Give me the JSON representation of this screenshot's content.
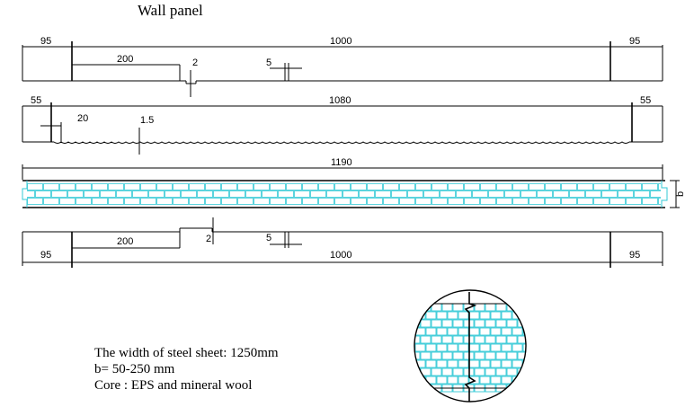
{
  "title": "Wall panel",
  "dimensions": {
    "top": {
      "left": "95",
      "center": "1000",
      "right": "95",
      "rib": "200",
      "rib_depth": "2",
      "small": "5"
    },
    "sheet": {
      "left": "55",
      "center": "1080",
      "right": "55",
      "offset": "20",
      "wave": "1.5"
    },
    "panel": {
      "width": "1190",
      "thickness": "b"
    },
    "bottom": {
      "left": "95",
      "center": "1000",
      "right": "95",
      "rib": "200",
      "rib_depth": "2",
      "small": "5"
    }
  },
  "notes": [
    "The width of steel sheet: 1250mm",
    "b= 50-250 mm",
    "Core : EPS and mineral wool"
  ],
  "colors": {
    "line": "#000000",
    "core": "#33c9d6"
  }
}
